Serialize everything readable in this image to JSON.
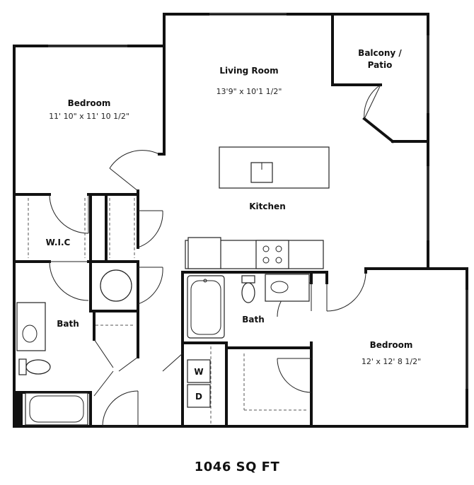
{
  "rooms": {
    "bedroom_left": {
      "name": "Bedroom",
      "dims": "11' 10\" x 11' 10 1/2\""
    },
    "living_room": {
      "name": "Living Room",
      "dims": "13'9\" x 10'1 1/2\""
    },
    "balcony": {
      "line1": "Balcony /",
      "line2": "Patio"
    },
    "kitchen": {
      "name": "Kitchen"
    },
    "wic": {
      "name": "W.I.C"
    },
    "bath_left": {
      "name": "Bath"
    },
    "bath_center": {
      "name": "Bath"
    },
    "bedroom_right": {
      "name": "Bedroom",
      "dims": "12' x 12' 8 1/2\""
    }
  },
  "appliances": {
    "washer": "W",
    "dryer": "D"
  },
  "area": "1046 SQ FT"
}
